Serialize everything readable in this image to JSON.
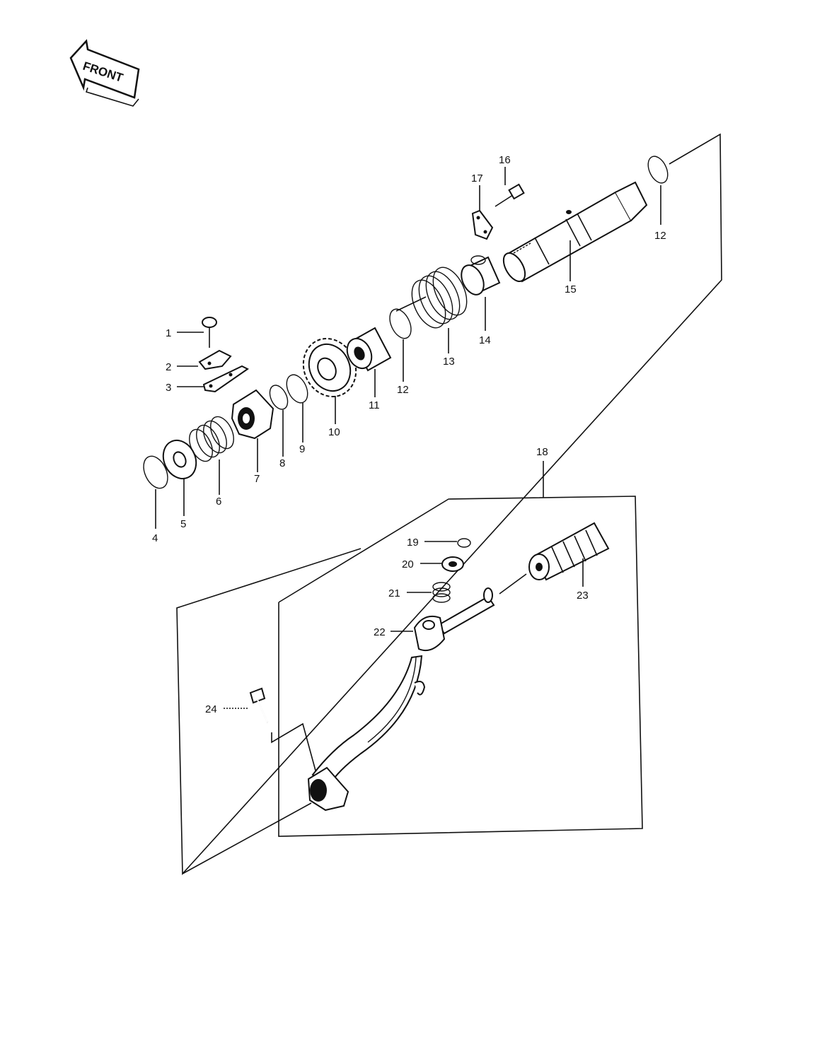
{
  "front_arrow": {
    "text": "FRONT"
  },
  "callouts": [
    {
      "id": "1",
      "text": "1"
    },
    {
      "id": "2",
      "text": "2"
    },
    {
      "id": "3",
      "text": "3"
    },
    {
      "id": "4",
      "text": "4"
    },
    {
      "id": "5",
      "text": "5"
    },
    {
      "id": "6",
      "text": "6"
    },
    {
      "id": "7",
      "text": "7"
    },
    {
      "id": "8",
      "text": "8"
    },
    {
      "id": "9",
      "text": "9"
    },
    {
      "id": "10",
      "text": "10"
    },
    {
      "id": "11",
      "text": "11"
    },
    {
      "id": "12a",
      "text": "12"
    },
    {
      "id": "13",
      "text": "13"
    },
    {
      "id": "14",
      "text": "14"
    },
    {
      "id": "15",
      "text": "15"
    },
    {
      "id": "16",
      "text": "16"
    },
    {
      "id": "17",
      "text": "17"
    },
    {
      "id": "12b",
      "text": "12"
    },
    {
      "id": "18",
      "text": "18"
    },
    {
      "id": "19",
      "text": "19"
    },
    {
      "id": "20",
      "text": "20"
    },
    {
      "id": "21",
      "text": "21"
    },
    {
      "id": "22",
      "text": "22"
    },
    {
      "id": "23",
      "text": "23"
    },
    {
      "id": "24",
      "text": "24"
    }
  ]
}
